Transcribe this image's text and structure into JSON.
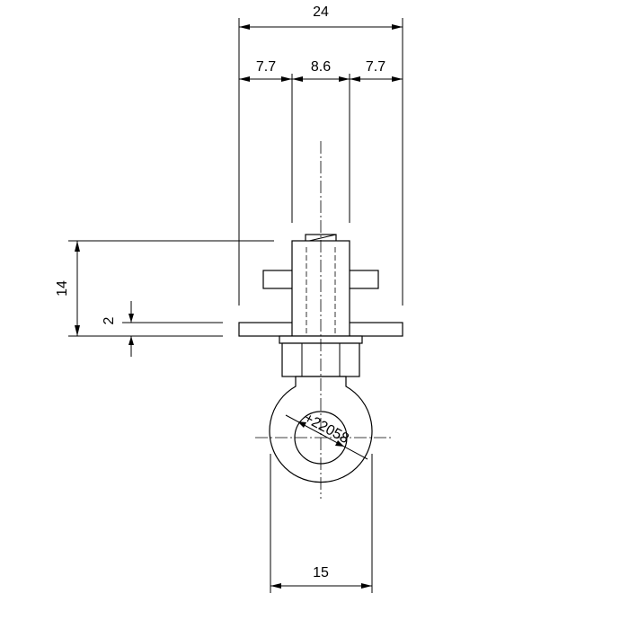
{
  "dimensions": {
    "overall_width": "24",
    "left_width": "7.7",
    "center_width": "8.6",
    "right_width": "7.7",
    "height": "14",
    "plate_thickness": "2",
    "ring_inner_diameter": "+22058",
    "ring_outer_width": "15"
  }
}
